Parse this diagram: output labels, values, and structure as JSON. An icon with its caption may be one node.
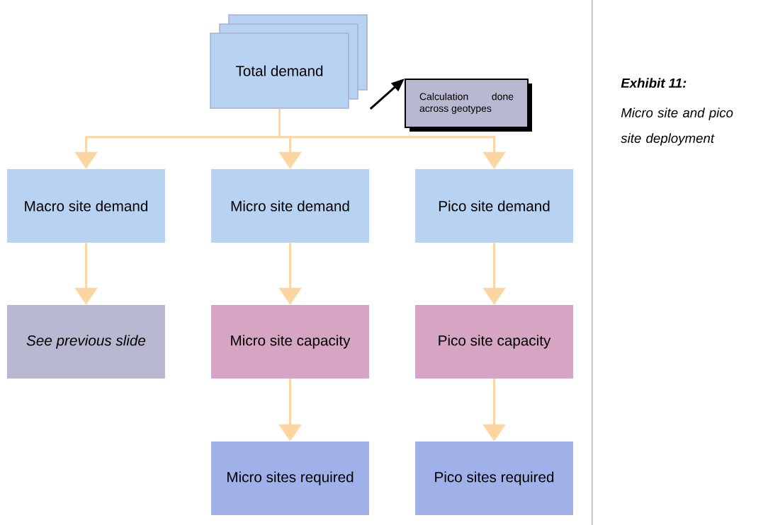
{
  "diagram": {
    "nodes": [
      {
        "text": [
          "Total demand"
        ]
      },
      {
        "text": [
          "Calculation done across geotypes"
        ]
      },
      {
        "text": [
          "Macro site demand"
        ]
      },
      {
        "text": [
          "Micro site demand"
        ]
      },
      {
        "text": [
          "Pico site demand"
        ]
      },
      {
        "text": [
          "See previous slide"
        ]
      },
      {
        "text": [
          "Micro site capacity"
        ]
      },
      {
        "text": [
          "Pico site capacity"
        ]
      },
      {
        "text": [
          "Micro sites required"
        ]
      },
      {
        "text": [
          "Pico sites required"
        ]
      }
    ],
    "edges": [
      {
        "from": 0,
        "to": 1,
        "arrow": "to",
        "color": "#000000"
      },
      {
        "from": 0,
        "to": 2,
        "arrow": "to"
      },
      {
        "from": 0,
        "to": 3,
        "arrow": "to"
      },
      {
        "from": 0,
        "to": 4,
        "arrow": "to"
      },
      {
        "from": 2,
        "to": 5,
        "arrow": "to"
      },
      {
        "from": 3,
        "to": 6,
        "arrow": "to"
      },
      {
        "from": 4,
        "to": 7,
        "arrow": "to"
      },
      {
        "from": 6,
        "to": 8,
        "arrow": "to"
      },
      {
        "from": 7,
        "to": 9,
        "arrow": "to"
      }
    ],
    "labels": [
      "Exhibit 11:",
      "Micro site and pico site deployment"
    ]
  }
}
